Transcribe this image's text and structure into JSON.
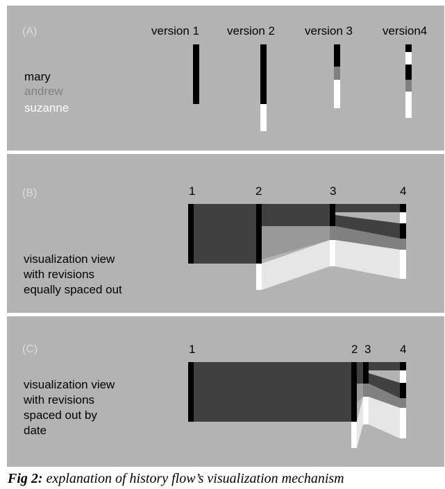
{
  "panel_a": {
    "tag": "(A)",
    "versions": [
      "version 1",
      "version 2",
      "version 3",
      "version4"
    ],
    "legend": [
      {
        "name": "mary",
        "color": "#000000"
      },
      {
        "name": "andrew",
        "color": "#808080"
      },
      {
        "name": "suzanne",
        "color": "#ffffff"
      }
    ]
  },
  "panel_b": {
    "tag": "(B)",
    "numbers": [
      "1",
      "2",
      "3",
      "4"
    ],
    "description": [
      "visualization view",
      "with revisions",
      "equally spaced out"
    ]
  },
  "panel_c": {
    "tag": "(C)",
    "numbers": [
      "1",
      "2",
      "3",
      "4"
    ],
    "description": [
      "visualization view",
      "with revisions",
      "spaced out by",
      "date"
    ]
  },
  "caption": {
    "label": "Fig 2:",
    "text": " explanation of history flow’s visualization mechanism"
  },
  "colors": {
    "panel_bg": "#b3b3b3",
    "mary": "#000000",
    "mary_flow": "#404040",
    "andrew": "#808080",
    "andrew_flow": "#999999",
    "suzanne": "#ffffff",
    "suzanne_flow": "#e6e6e6"
  }
}
